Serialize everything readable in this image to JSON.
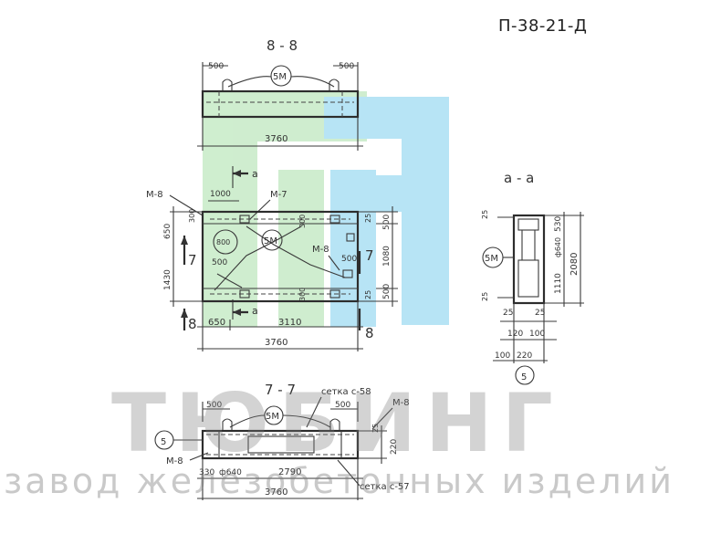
{
  "drawing": {
    "code": "П-38-21-Д",
    "watermark": {
      "title": "ТЮБИНГ",
      "subtitle": "завод железобетонных изделий",
      "color_blue": "#9fdcf2",
      "color_green": "#bfe8bf"
    },
    "section_8_8": {
      "title": "8 - 8",
      "dim_left": "500",
      "dim_right": "500",
      "mark": "5М",
      "length": "3760"
    },
    "plan": {
      "arrow_a": "a",
      "m8_left": "М-8",
      "m7": "М-7",
      "m8_right": "М-8",
      "dim_1000": "1000",
      "dim_650_left": "650",
      "dim_1430": "1430",
      "dim_800": "800",
      "dim_500": "500",
      "dim_300_top": "300",
      "dim_300_bottom": "300",
      "dim_25_top": "25",
      "dim_500_top_right": "500",
      "dim_1080": "1080",
      "dim_500_bottom_right": "500",
      "dim_25_bottom": "25",
      "mark_5m": "5М",
      "sec_7": "7",
      "sec_7_right": "7",
      "sec_8": "8",
      "sec_8_right": "8",
      "dim_650": "650",
      "dim_3110": "3110",
      "total": "3760"
    },
    "section_a_a": {
      "title": "a - a",
      "dim_25_top": "25",
      "dim_530": "530",
      "dim_phi": "ф640",
      "dim_1110": "1110",
      "dim_2080": "2080",
      "dim_25_bottom": "25",
      "dim_25_mid_left": "25",
      "dim_25_mid_right": "25",
      "dim_120": "120",
      "dim_100_right": "100",
      "dim_100_left": "100",
      "dim_220": "220",
      "mark_5m": "5М",
      "mark_5": "5"
    },
    "section_7_7": {
      "title": "7 - 7",
      "dim_500_left": "500",
      "dim_500_right": "500",
      "setka_58": "сетка с-58",
      "m8_right": "М-8",
      "mark_5m": "5М",
      "mark_5": "5",
      "m8_left": "М-8",
      "dim_25": "25",
      "dim_220": "220",
      "dim_330": "330",
      "dim_phi": "ф640",
      "dim_2790": "2790",
      "setka_57": "сетка с-57",
      "total": "3760"
    }
  }
}
